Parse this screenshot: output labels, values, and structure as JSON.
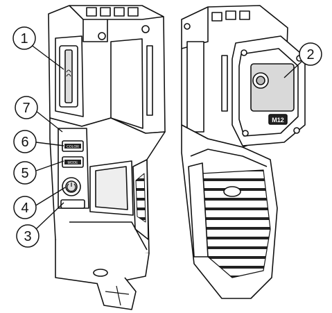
{
  "callouts": [
    {
      "id": "1",
      "label": "1"
    },
    {
      "id": "2",
      "label": "2"
    },
    {
      "id": "3",
      "label": "3"
    },
    {
      "id": "4",
      "label": "4"
    },
    {
      "id": "5",
      "label": "5"
    },
    {
      "id": "6",
      "label": "6"
    },
    {
      "id": "7",
      "label": "7"
    }
  ],
  "device_markings": {
    "model_badge": "M12",
    "button_upper": "COLOR",
    "button_lower": "MODE"
  },
  "colors": {
    "stroke": "#111111",
    "fill": "#ffffff",
    "shade": "#d9d9d9"
  }
}
